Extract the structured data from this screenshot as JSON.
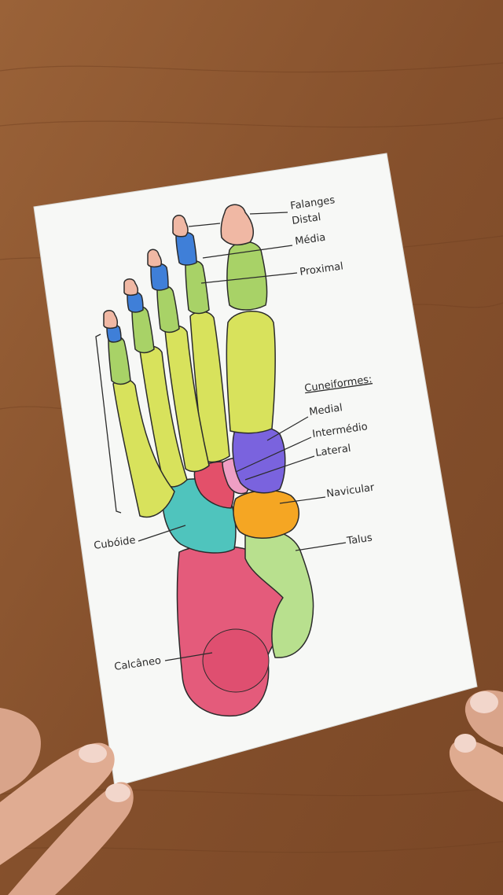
{
  "labels": {
    "phalanges_title": "Falanges",
    "distal": "Distal",
    "middle": "Média",
    "proximal": "Proximal",
    "cuneiforms_title": "Cuneiformes:",
    "medial": "Medial",
    "intermediate": "Intermédio",
    "lateral": "Lateral",
    "navicular": "Navicular",
    "cuboid": "Cubóide",
    "talus": "Talus",
    "calcaneus": "Calcâneo"
  },
  "colors": {
    "table": "#8a5530",
    "paper": "#f7f8f6",
    "metatarsal": "#d8e25c",
    "proximal_phalanx": "#a8d267",
    "middle_phalanx": "#3f7fd8",
    "distal_phalanx": "#f0b8a4",
    "medial_cuneiform": "#7a63de",
    "intermediate_cuneiform": "#ef9fc4",
    "lateral_cuneiform": "#e3506a",
    "navicular": "#f5a623",
    "cuboid": "#4fc4bd",
    "talus": "#b8e08e",
    "calcaneus": "#e45b7b",
    "ink": "#2b2b2b"
  }
}
